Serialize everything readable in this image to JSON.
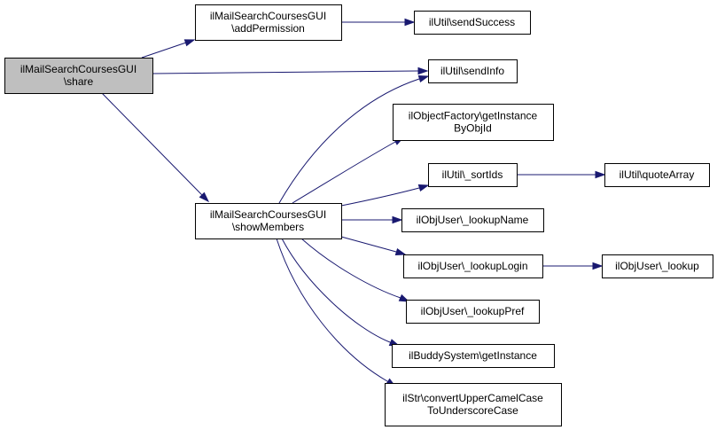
{
  "graph": {
    "colors": {
      "edge": "#191970",
      "root_fill": "#bfbfbf",
      "node_fill": "#ffffff",
      "border": "#000000"
    },
    "nodes": [
      {
        "id": "share",
        "lines": [
          "ilMailSearchCoursesGUI",
          "\\share"
        ],
        "root": true
      },
      {
        "id": "addPermission",
        "lines": [
          "ilMailSearchCoursesGUI",
          "\\addPermission"
        ]
      },
      {
        "id": "sendSuccess",
        "lines": [
          "ilUtil\\sendSuccess"
        ]
      },
      {
        "id": "sendInfo",
        "lines": [
          "ilUtil\\sendInfo"
        ]
      },
      {
        "id": "getInstanceByObjId",
        "lines": [
          "ilObjectFactory\\getInstance",
          "ByObjId"
        ]
      },
      {
        "id": "sortIds",
        "lines": [
          "ilUtil\\_sortIds"
        ]
      },
      {
        "id": "quoteArray",
        "lines": [
          "ilUtil\\quoteArray"
        ]
      },
      {
        "id": "showMembers",
        "lines": [
          "ilMailSearchCoursesGUI",
          "\\showMembers"
        ]
      },
      {
        "id": "lookupName",
        "lines": [
          "ilObjUser\\_lookupName"
        ]
      },
      {
        "id": "lookupLogin",
        "lines": [
          "ilObjUser\\_lookupLogin"
        ]
      },
      {
        "id": "lookup",
        "lines": [
          "ilObjUser\\_lookup"
        ]
      },
      {
        "id": "lookupPref",
        "lines": [
          "ilObjUser\\_lookupPref"
        ]
      },
      {
        "id": "buddyGetInstance",
        "lines": [
          "ilBuddySystem\\getInstance"
        ]
      },
      {
        "id": "convertCase",
        "lines": [
          "ilStr\\convertUpperCamelCase",
          "ToUnderscoreCase"
        ]
      }
    ],
    "edges": [
      {
        "from": "share",
        "to": "addPermission"
      },
      {
        "from": "share",
        "to": "sendInfo"
      },
      {
        "from": "share",
        "to": "showMembers"
      },
      {
        "from": "addPermission",
        "to": "sendSuccess"
      },
      {
        "from": "showMembers",
        "to": "sendInfo"
      },
      {
        "from": "showMembers",
        "to": "getInstanceByObjId"
      },
      {
        "from": "showMembers",
        "to": "sortIds"
      },
      {
        "from": "showMembers",
        "to": "lookupName"
      },
      {
        "from": "showMembers",
        "to": "lookupLogin"
      },
      {
        "from": "showMembers",
        "to": "lookupPref"
      },
      {
        "from": "showMembers",
        "to": "buddyGetInstance"
      },
      {
        "from": "showMembers",
        "to": "convertCase"
      },
      {
        "from": "sortIds",
        "to": "quoteArray"
      },
      {
        "from": "lookupLogin",
        "to": "lookup"
      }
    ]
  }
}
